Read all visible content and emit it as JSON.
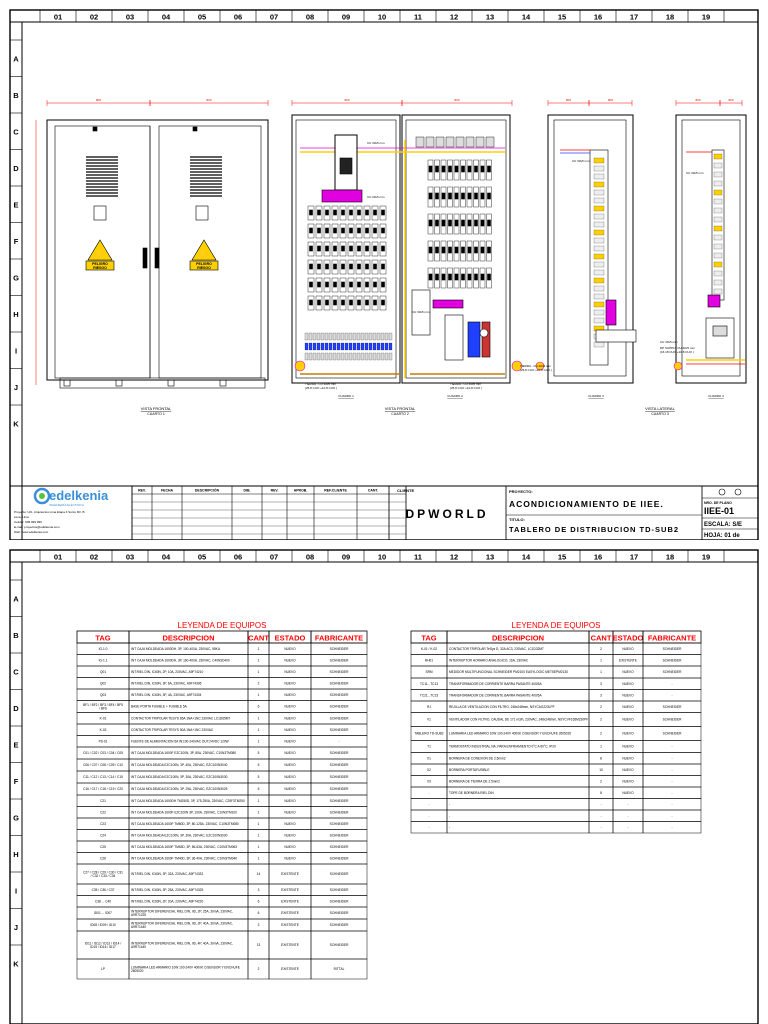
{
  "columns": [
    "01",
    "02",
    "03",
    "04",
    "05",
    "06",
    "07",
    "08",
    "09",
    "10",
    "11",
    "12",
    "13",
    "14",
    "15",
    "16",
    "17",
    "18",
    "19"
  ],
  "rows_top": [
    "A",
    "B",
    "C",
    "D",
    "E",
    "F",
    "G",
    "H",
    "I",
    "J",
    "K"
  ],
  "rows_bottom": [
    "A",
    "B",
    "C",
    "D",
    "E",
    "F",
    "G",
    "H",
    "I",
    "J",
    "K"
  ],
  "colors": {
    "line": "#000000",
    "legend_header": "#ff0000",
    "magenta": "#e000e0",
    "cable": "#ffd000",
    "ground": "#c08000",
    "red": "#ff0000",
    "blue": "#2040ff"
  },
  "sheet1": {
    "views": [
      {
        "caption": "VISTA FRONTAL",
        "sub": "CUARTO 1"
      },
      {
        "caption": "CUADRO 1",
        "sub": ""
      },
      {
        "caption": "VISTA FRONTAL",
        "sub": "CUARTO 2"
      },
      {
        "caption": "CUADRO 2",
        "sub": ""
      },
      {
        "caption": "CUADRO 3",
        "sub": ""
      },
      {
        "caption": "VISTA LATERAL",
        "sub": "CUARTO 3"
      },
      {
        "caption": "CUADRO 4",
        "sub": ""
      }
    ],
    "dims": [
      "800",
      "800",
      "800",
      "800",
      "800",
      "800",
      "800",
      "800"
    ],
    "danger_label": "PELIGRO RIESGO",
    "cu_labels": [
      "CU 30x5 mm",
      "CU 30x5 mm",
      "CU 30x5 mm",
      "CU 30x5 mm",
      "CU 30x5 mm",
      "CU 40x5 mm"
    ],
    "tierra_notes": [
      "TIERRA - CU 40x5 mm\n(25.8 CUO +10.8 CUO )",
      "TIERRA - CU 40x5 mm\n(25.8 CUO +10.8 CUO )",
      "TIERRA - CU 40x5 mm\n(25.8 CUO +10.8 CUO )",
      "DP SUPPLY CU 40x5 mm\n(16.18 CUO +10.8 CUO )"
    ],
    "title_block": {
      "company": "edelkenia",
      "company_sub": "INGENIERÍA ELÉCTRICA",
      "company_info": [
        "Proyecto: Urb. Arquitectos Lima Etapa 4 Surco Mz. B",
        "Lima, Lima",
        "Celular: 999 999 999",
        "E-mail: proyectos@edelkenia.com",
        "Web: www.edelkenia.com"
      ],
      "rev_headers": [
        "REV.",
        "FECHA",
        "DESCRIPCIÓN",
        "DIB.",
        "REV.",
        "APROB.",
        "REF.CLIENTE",
        "CANT."
      ],
      "client_label": "CLIENTE",
      "client": "DPWORLD",
      "project_label": "PROYECTO:",
      "project": "ACONDICIONAMIENTO DE IIEE.",
      "title_label": "TITULO:",
      "title": "TABLERO DE DISTRIBUCION TD-SUB2",
      "num_label": "NRO. DE PLANO",
      "num": "IIEE-01",
      "scale_label": "ESCALA:",
      "scale": "S/E",
      "sheet_label": "HOJA:",
      "sheet": "01 de"
    }
  },
  "legend_left": {
    "title": "LEYENDA DE EQUIPOS",
    "headers": [
      "TAG",
      "DESCRIPCION",
      "CANT",
      "ESTADO",
      "FABRICANTE"
    ],
    "rows": [
      [
        "IG-1.0",
        "INT CAJA MOLDEADA 1600DH, 3P, 100-400A, 230VAC, 55KA",
        "1",
        "NUEVO",
        "SCHNEIDER"
      ],
      [
        "IG-1.1",
        "INT CAJA MOLDEADA 1600DH, 3P, 160-400A, 230VAC, C40N3D400",
        "1",
        "NUEVO",
        "SCHNEIDER"
      ],
      [
        "Q01",
        "INT.RIEL DIN, IC60N, 2P, 10A, 230VAC, A9F74210",
        "1",
        "NUEVO",
        "SCHNEIDER"
      ],
      [
        "Q02",
        "INT.RIEL DIN, IC60N, 3P, 6A, 230VAC, A9F74306",
        "2",
        "NUEVO",
        "SCHNEIDER"
      ],
      [
        "Q03",
        "INT.RIEL DIN, IC60N, 3P, 4A, 230VAC, A9F74304",
        "1",
        "NUEVO",
        "SCHNEIDER"
      ],
      [
        "BF1 / BF2 / BF3 / BF4 / BF5 / BF6",
        "BASE PORTA FUSIBLE + FUSIBLE 5A",
        "6",
        "NUEVO",
        "SCHNEIDER"
      ],
      [
        "K-01",
        "CONTACTOR TRIPOLAR TESYS 65A 1NA+1NC 230VAC LC1D65M7",
        "1",
        "NUEVO",
        "SCHNEIDER"
      ],
      [
        "K-02",
        "CONTACTOR TRIPOLAR TESYS 50A 1NA+1NC 230VAC",
        "1",
        "NUEVO",
        "SCHNEIDER"
      ],
      [
        "PS-01",
        "FUENTE DE ALIMENTACION 5A IN:100-240VAC OUT:24VDC 120W",
        "1",
        "NUEVO",
        "-"
      ],
      [
        "C01 / C02 / C03 / C04 / C05",
        "INT CAJA MOLDEADA 1600F EZC100N, 3P, 80A, 230VAC, C10N3TM080",
        "5",
        "NUEVO",
        "SCHNEIDER"
      ],
      [
        "C06 / C07 / C08 / C09 / C10",
        "INT CAJA MOLDEADA EZC100N, 3P, 40A, 230VAC, EZC100N3040",
        "5",
        "NUEVO",
        "SCHNEIDER"
      ],
      [
        "C11 / C12 / C13 / C14 / C15",
        "INT CAJA MOLDEADA EZC100N, 3P, 30A, 230VAC, EZC100N3030",
        "5",
        "NUEVO",
        "SCHNEIDER"
      ],
      [
        "C16 / C17 / C18 / C19 / C20",
        "INT CAJA MOLDEADA EZC100N, 3P, 25A, 230VAC, EZC100N3025",
        "5",
        "NUEVO",
        "SCHNEIDER"
      ],
      [
        "C21",
        "INT CAJA MOLDEADA 1600DH TM250D, 3P, 175-250A, 230VAC, C25F3TM250",
        "1",
        "NUEVO",
        "SCHNEIDER"
      ],
      [
        "C22",
        "INT CAJA MOLDEADA 1600F EZC100N 3P, 100A, 230VAC, C10N3TM100",
        "1",
        "NUEVO",
        "SCHNEIDER"
      ],
      [
        "C23",
        "INT CAJA MOLDEADA 1600F TM80D, 3P, 80-125A, 230VAC, C10N3TM080",
        "1",
        "NUEVO",
        "SCHNEIDER"
      ],
      [
        "C24",
        "INT CAJA MOLDEADA EZC100N, 3P, 30A, 230VAC, EZC100N3030",
        "1",
        "NUEVO",
        "SCHNEIDER"
      ],
      [
        "C25",
        "INT CAJA MOLDEADA 1600F TM63D, 3P, 56-63A, 230VAC, C10N3TM063",
        "1",
        "NUEVO",
        "SCHNEIDER"
      ],
      [
        "C26",
        "INT CAJA MOLDEADA 1600F TM40D, 3P, 36-40A, 230VAC, C10N3TM040",
        "1",
        "NUEVO",
        "SCHNEIDER"
      ],
      [
        "C27 / C28 / C29 / C30 / C31 / C32 / C33 / C34",
        "INT.RIEL DIN, IC60N, 3P, 32A, 230VAC, A9F74332",
        "14",
        "EXISTENTE",
        "SCHNEIDER"
      ],
      [
        "C35 / C36 / C37",
        "INT.RIEL DIN, IC60N, 3P, 25A, 230VAC, A9F74325",
        "3",
        "EXISTENTE",
        "SCHNEIDER"
      ],
      [
        "C38 ... C40",
        "INT.RIEL DIN, IC60N, 2P, 20A, 230VAC, A9F74220",
        "6",
        "EXISTENTE",
        "SCHNEIDER"
      ],
      [
        "ID01 ... ID07",
        "INTERRUPTOR DIFERENCIAL RIEL DIN, IID, 2P, 25A, 30mA, 230VAC, A9R71225",
        "6",
        "EXISTENTE",
        "SCHNEIDER"
      ],
      [
        "ID08 / ID09 / ID10",
        "INTERRUPTOR DIFERENCIAL RIEL DIN, IID, 2P, 40A, 30mA, 230VAC, A9R71440",
        "3",
        "EXISTENTE",
        "SCHNEIDER"
      ],
      [
        "ID11 / ID12 / ID13 / ID14 / ID15 / ID16 / ID17",
        "INTERRUPTOR DIFERENCIAL RIEL DIN, IID, 4P, 40A, 30mA, 230VAC, A9R71440",
        "13",
        "EXISTENTE",
        "SCHNEIDER"
      ],
      [
        "LP",
        "LUMINARIA LED ARMARIO 10W 100-240V 4000K C/SENSOR Y ENCHUFE 2605020",
        "2",
        "EXISTENTE",
        "RITTAL"
      ]
    ]
  },
  "legend_right": {
    "title": "LEYENDA DE EQUIPOS",
    "headers": [
      "TAG",
      "DESCRIPCION",
      "CANT",
      "ESTADO",
      "FABRICANTE"
    ],
    "rows": [
      [
        "K-01 / K-02",
        "CONTACTOR TRIPOLAR TeSys D, 32A AC3, 230VAC, LC1D32M7",
        "2",
        "NUEVO",
        "SCHNEIDER"
      ],
      [
        "RH01",
        "INTERRUPTOR HORARIO ANALOGICO, 16A, 230VAC",
        "1",
        "EXISTENTE",
        "SCHNEIDER"
      ],
      [
        "SRM",
        "MEDIDOR MULTIFUNCIONAL SCHNEIDER PM2100 EASYLOGIC METSEPM2130",
        "1",
        "NUEVO",
        "SCHNEIDER"
      ],
      [
        "TC11...TC13",
        "TRANSFORMADOR DE CORRIENTE BARRA PASANTE 400/5A",
        "3",
        "NUEVO",
        "-"
      ],
      [
        "TC21...TC23",
        "TRANSFORMADOR DE CORRIENTE BARRA PASANTE 400/5A",
        "3",
        "NUEVO",
        "-"
      ],
      [
        "RJ",
        "REJILLA DE VENTILACION CON FILTRO, 248x248mm, NSYCAG223LPF",
        "2",
        "NUEVO",
        "SCHNEIDER"
      ],
      [
        "V1",
        "VENTILADOR CON FILTRO, CAUDAL DE 171 m3/h, 230VAC, 248x248mm, NSYCVF165M230PF",
        "2",
        "NUEVO",
        "SCHNEIDER"
      ],
      [
        "TABLERO TD-SUB2",
        "LUMINARIA LED ARMARIO 10W 100-240V 4000K C/SENSOR Y ENCHUFE 2605020",
        "2",
        "NUEVO",
        "SCHNEIDER"
      ],
      [
        "T1",
        "TERMOSTATO INDUSTRIAL NA, PARA ENFRIAMIENTO 0°C A 60°C, IP20",
        "1",
        "NUEVO",
        "-"
      ],
      [
        "X1",
        "BORNERA DE CONEXION DE 2.5mm2",
        "8",
        "NUEVO",
        "-"
      ],
      [
        "X2",
        "BORNERA PORTAFUSIBLE",
        "10",
        "NUEVO",
        "-"
      ],
      [
        "X3",
        "BORNERA DE TIERRA DE 2.5mm2",
        "2",
        "NUEVO",
        "-"
      ],
      [
        "-",
        "TOPE DE BORNERA RIEL DIN",
        "8",
        "NUEVO",
        "-"
      ],
      [
        "-",
        "-",
        "-",
        "-",
        "-"
      ],
      [
        "-",
        "-",
        "-",
        "-",
        "-"
      ],
      [
        "-",
        "-",
        "-",
        "-",
        "-"
      ]
    ]
  }
}
